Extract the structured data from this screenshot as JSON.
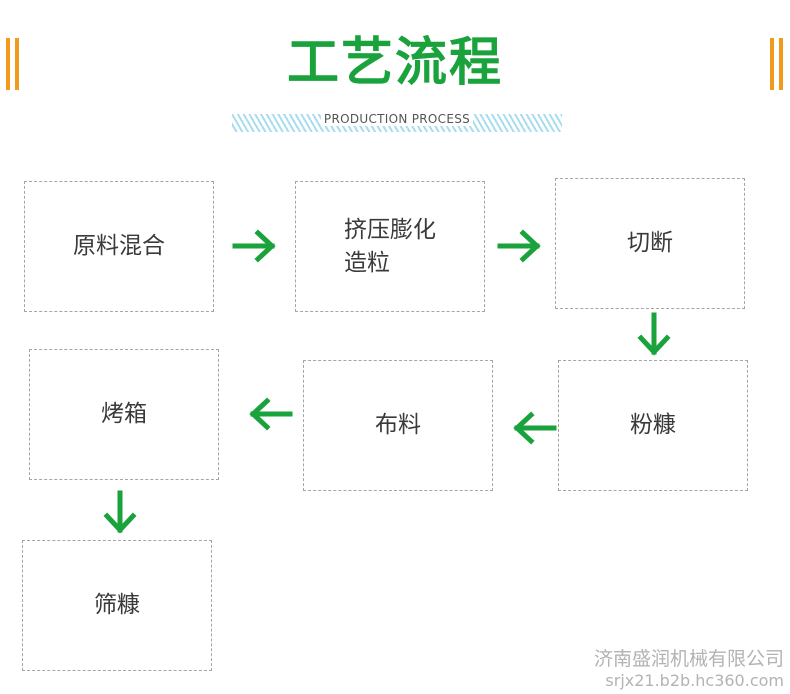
{
  "header": {
    "title": "工艺流程",
    "subtitle": "PRODUCTION PROCESS"
  },
  "steps": [
    {
      "label": "原料混合"
    },
    {
      "label": "挤压膨化\n造粒"
    },
    {
      "label": "切断"
    },
    {
      "label": "粉糠"
    },
    {
      "label": "布料"
    },
    {
      "label": "烤箱"
    },
    {
      "label": "筛糠"
    }
  ],
  "flow": [
    {
      "from": "原料混合",
      "to": "挤压膨化\n造粒"
    },
    {
      "from": "挤压膨化\n造粒",
      "to": "切断"
    },
    {
      "from": "切断",
      "to": "粉糠"
    },
    {
      "from": "粉糠",
      "to": "布料"
    },
    {
      "from": "布料",
      "to": "烤箱"
    },
    {
      "from": "烤箱",
      "to": "筛糠"
    }
  ],
  "footer": {
    "company": "济南盛润机械有限公司",
    "site": "srjx21.b2b.hc360.com"
  },
  "colors": {
    "title": "#1aa23c",
    "arrow": "#1aa23c",
    "accent_bars": "#f29b1a",
    "box_border": "#a5a5a5",
    "footer_text": "#b3b3b3"
  }
}
